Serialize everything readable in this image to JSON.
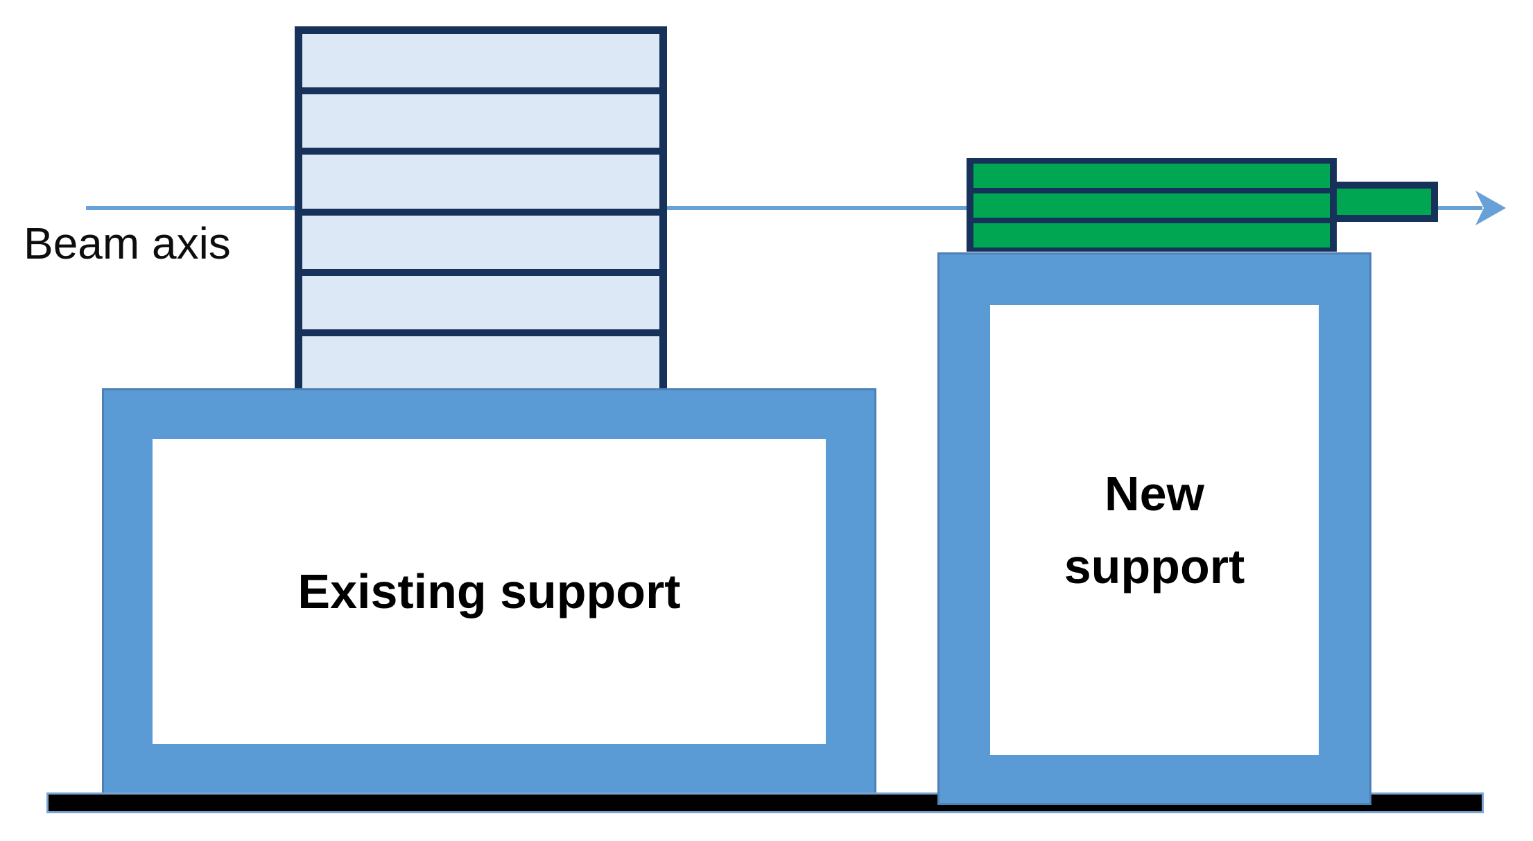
{
  "diagram": {
    "beam_axis_label": "Beam axis",
    "existing_support_label": "Existing support",
    "new_support_label": "New\nsupport",
    "stack_segment_count": 6,
    "green_bar_count": 3
  },
  "colors": {
    "support_blue": "#5b9bd5",
    "support_outline": "#4e80b6",
    "stack_fill": "#dce8f5",
    "outline_navy": "#16325b",
    "green": "#00a651",
    "beam_blue": "#68a1d8",
    "ground_black": "#000000",
    "ground_underline_blue": "#7aa4d4",
    "text_black": "#0d0d0d"
  }
}
